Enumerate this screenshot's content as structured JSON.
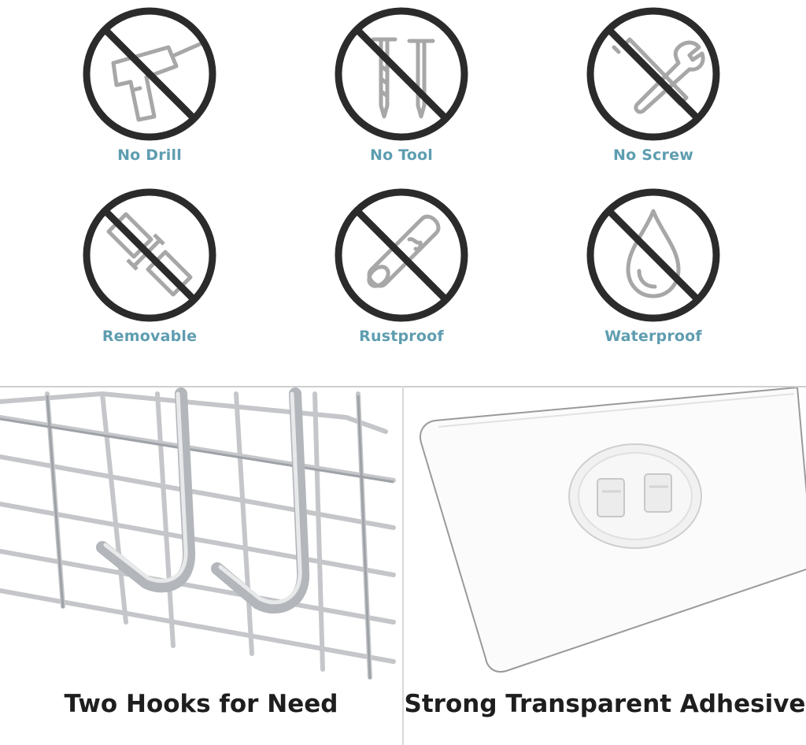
{
  "features": [
    {
      "label": "No Drill",
      "icon": "drill-icon"
    },
    {
      "label": "No Tool",
      "icon": "nails-icon"
    },
    {
      "label": "No Screw",
      "icon": "wrench-screwdriver-icon"
    },
    {
      "label": "Removable",
      "icon": "detach-icon"
    },
    {
      "label": "Rustproof",
      "icon": "rust-pipe-icon"
    },
    {
      "label": "Waterproof",
      "icon": "water-drop-icon"
    }
  ],
  "panels": {
    "left_caption": "Two Hooks for Need",
    "right_caption": "Strong Transparent Adhesive"
  },
  "colors": {
    "label": "#5e9db0",
    "ring": "#2b2b2b",
    "icon": "#a7a7a7",
    "caption": "#1e1e1e"
  }
}
